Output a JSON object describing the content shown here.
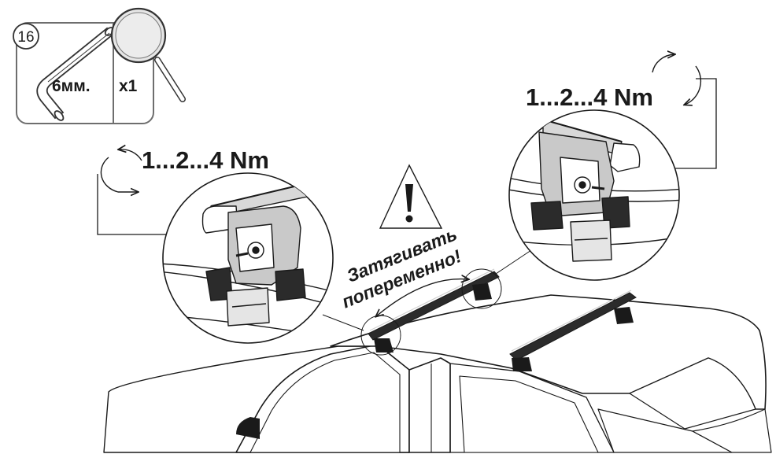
{
  "tool_card": {
    "step_number": "16",
    "hex_key_size": "6мм.",
    "quantity": "x1"
  },
  "torque_left": "1...2...4 Nm",
  "torque_right": "1...2...4 Nm",
  "warning": {
    "line1": "Затягивать",
    "line2": "попеременно!"
  },
  "icons": {
    "hex_key": "hex-key-icon",
    "magnifier": "magnifier-icon",
    "rotation": "rotation-arrows-icon",
    "warning": "warning-triangle-icon"
  },
  "colors": {
    "ink": "#1a1a1a",
    "card_border": "#6e6e6e",
    "background": "#ffffff"
  }
}
